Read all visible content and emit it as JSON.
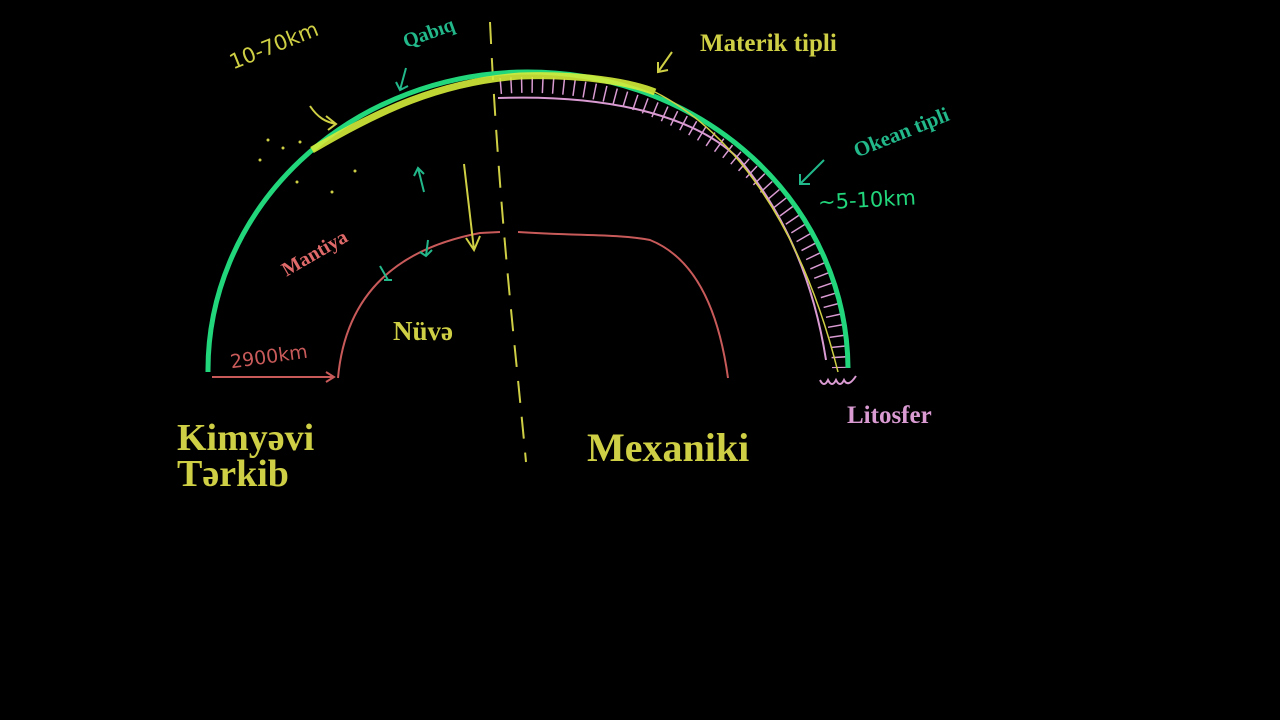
{
  "labels": {
    "crust": "Qabıq",
    "crust_thickness": "10-70km",
    "continental": "Materik tipli",
    "oceanic": "Okean tipli",
    "oceanic_thickness": "~5-10km",
    "mantle": "Mantiya",
    "mantle_thickness": "2900km",
    "core": "Nüvə",
    "lithosphere": "Litosfer",
    "chemical_line1": "Kimyəvi",
    "chemical_line2": "Tərkib",
    "mechanical": "Mexaniki"
  },
  "colors": {
    "background": "#000000",
    "yellow": "#cfcf45",
    "green": "#22d67c",
    "teal_text": "#22b88a",
    "mantle_red": "#c85a5a",
    "lithosphere_pink": "#d99bd2"
  }
}
